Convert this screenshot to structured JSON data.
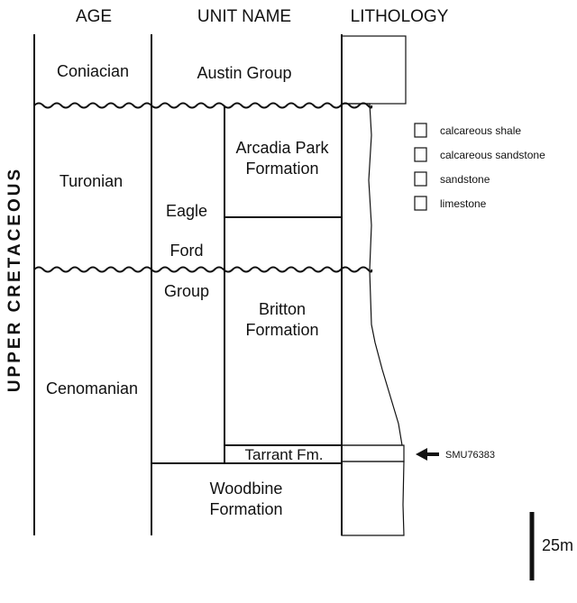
{
  "headers": {
    "age": "AGE",
    "unit_name": "UNIT NAME",
    "lithology": "LITHOLOGY"
  },
  "vertical_label": "UPPER CRETACEOUS",
  "ages": {
    "coniacian": "Coniacian",
    "turonian": "Turonian",
    "cenomanian": "Cenomanian"
  },
  "units": {
    "austin": "Austin Group",
    "eagle": "Eagle",
    "ford": "Ford",
    "group": "Group",
    "arcadia_1": "Arcadia Park",
    "arcadia_2": "Formation",
    "britton_1": "Britton",
    "britton_2": "Formation",
    "tarrant": "Tarrant Fm.",
    "woodbine_1": "Woodbine",
    "woodbine_2": "Formation"
  },
  "legend": [
    {
      "key": "calcareous-shale",
      "label": "calcareous shale"
    },
    {
      "key": "calcareous-sandstone",
      "label": "calcareous sandstone"
    },
    {
      "key": "sandstone",
      "label": "sandstone"
    },
    {
      "key": "limestone",
      "label": "limestone"
    }
  ],
  "sample_label": "SMU76383",
  "scale_label": "25m"
}
